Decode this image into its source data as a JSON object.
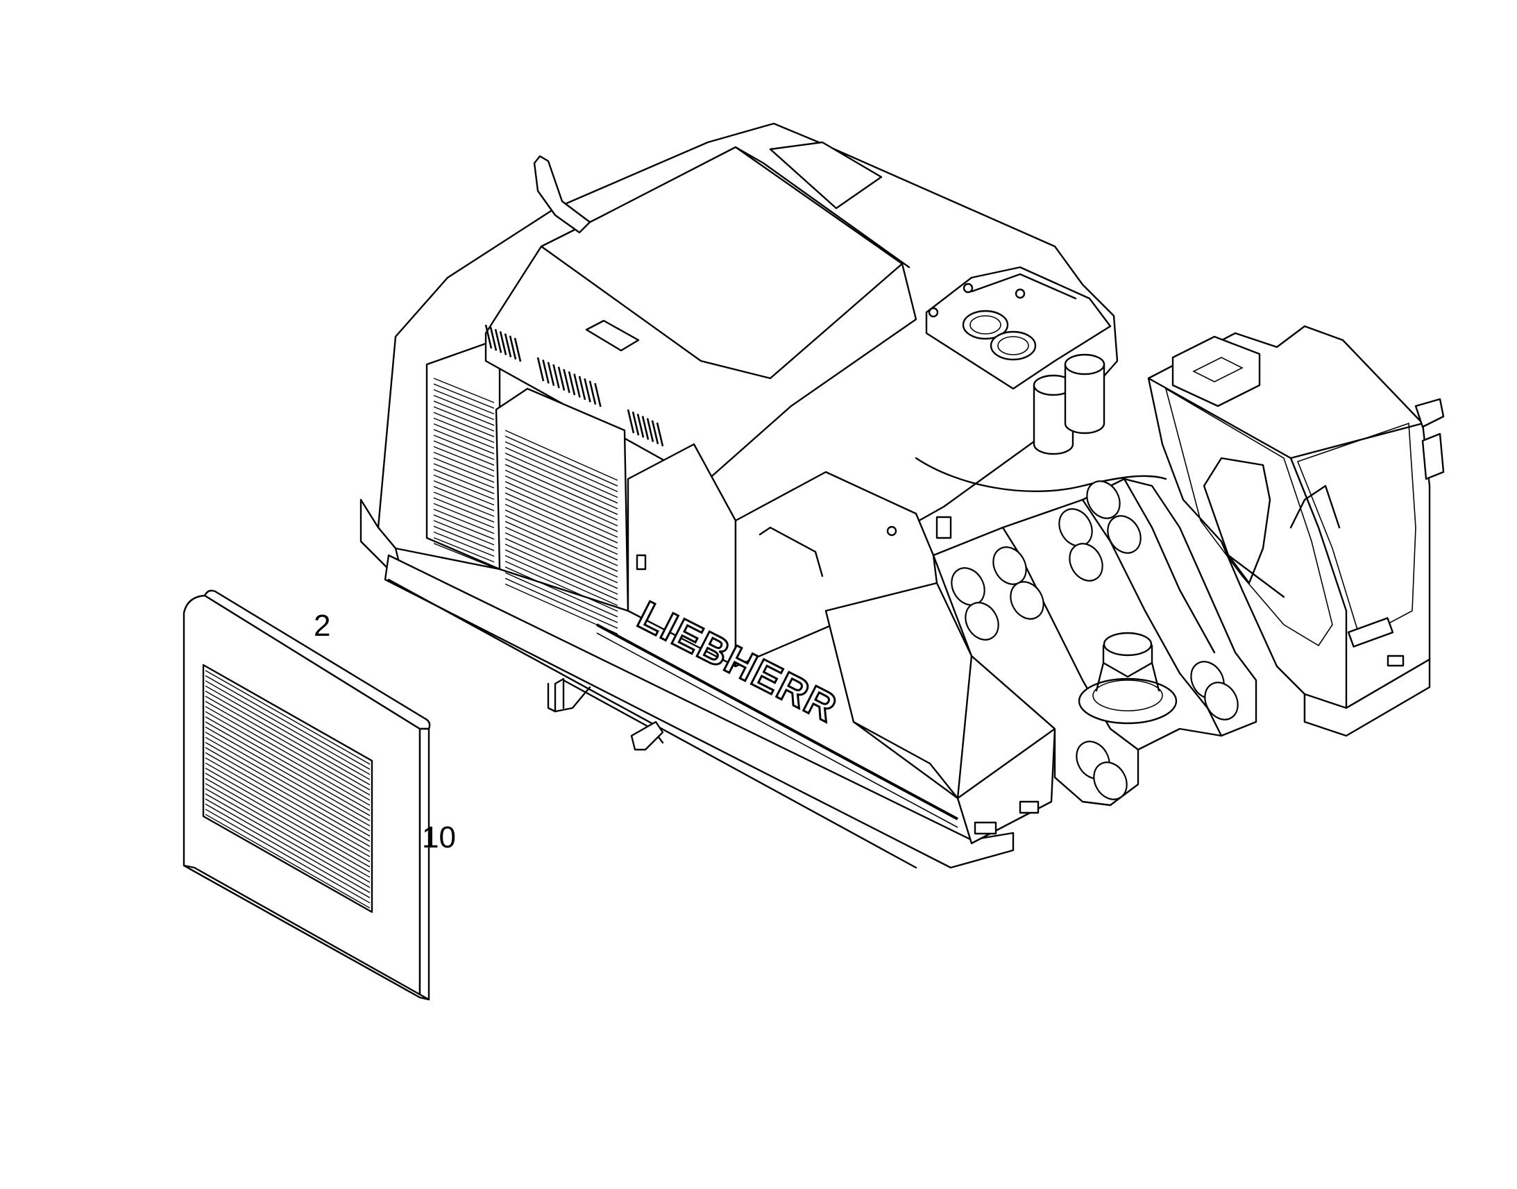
{
  "diagram": {
    "brand_lettering": "LIEBHERR",
    "callouts": [
      {
        "id": "callout-2",
        "label": "2"
      },
      {
        "id": "callout-10",
        "label": "10"
      }
    ],
    "icons": [
      "excavator-upper-structure-drawing",
      "grille-panel-drawing"
    ],
    "colors": {
      "line": "#000000",
      "background": "#ffffff"
    }
  }
}
